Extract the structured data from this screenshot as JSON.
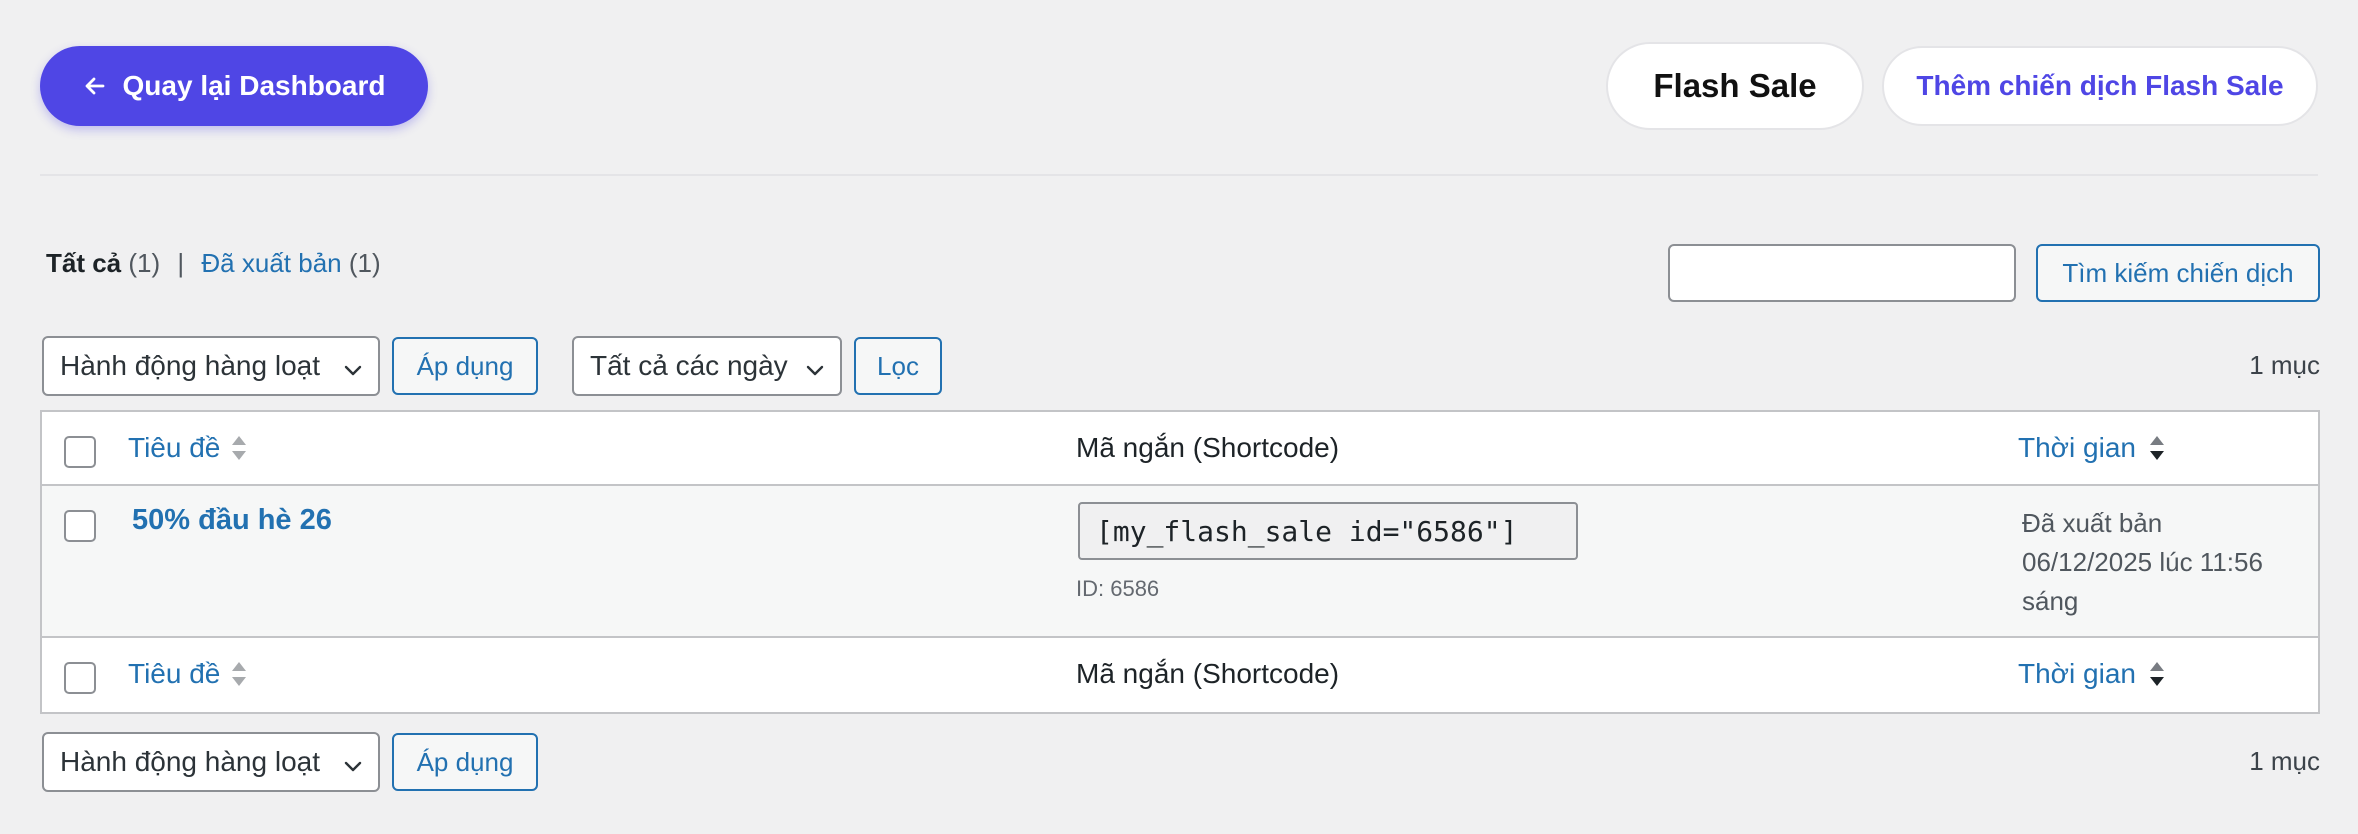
{
  "header": {
    "back_label": "Quay lại Dashboard",
    "page_title": "Flash Sale",
    "add_label": "Thêm chiến dịch Flash Sale",
    "accent_color": "#4f46e5"
  },
  "views": {
    "all_label": "Tất cả",
    "all_count": "(1)",
    "separator": "|",
    "published_label": "Đã xuất bản",
    "published_count": "(1)"
  },
  "search": {
    "value": "",
    "button_label": "Tìm kiếm chiến dịch"
  },
  "tablenav_top": {
    "bulk_action": "Hành động hàng loạt",
    "apply_label": "Áp dụng",
    "date_filter": "Tất cả các ngày",
    "filter_label": "Lọc",
    "item_count": "1 mục"
  },
  "table": {
    "columns": {
      "title": "Tiêu đề",
      "shortcode": "Mã ngắn (Shortcode)",
      "time": "Thời gian"
    },
    "rows": [
      {
        "title": "50% đầu hè 26",
        "shortcode": "[my_flash_sale id=\"6586\"]",
        "id_note": "ID: 6586",
        "status": "Đã xuất bản",
        "date_line": "06/12/2025 lúc 11:56",
        "date_suffix": "sáng"
      }
    ]
  },
  "tablenav_bottom": {
    "bulk_action": "Hành động hàng loạt",
    "apply_label": "Áp dụng",
    "item_count": "1 mục"
  },
  "icons": {
    "back": "arrow-left-icon",
    "dropdown": "chevron-down-icon",
    "sort": "sort-arrows-icon"
  }
}
